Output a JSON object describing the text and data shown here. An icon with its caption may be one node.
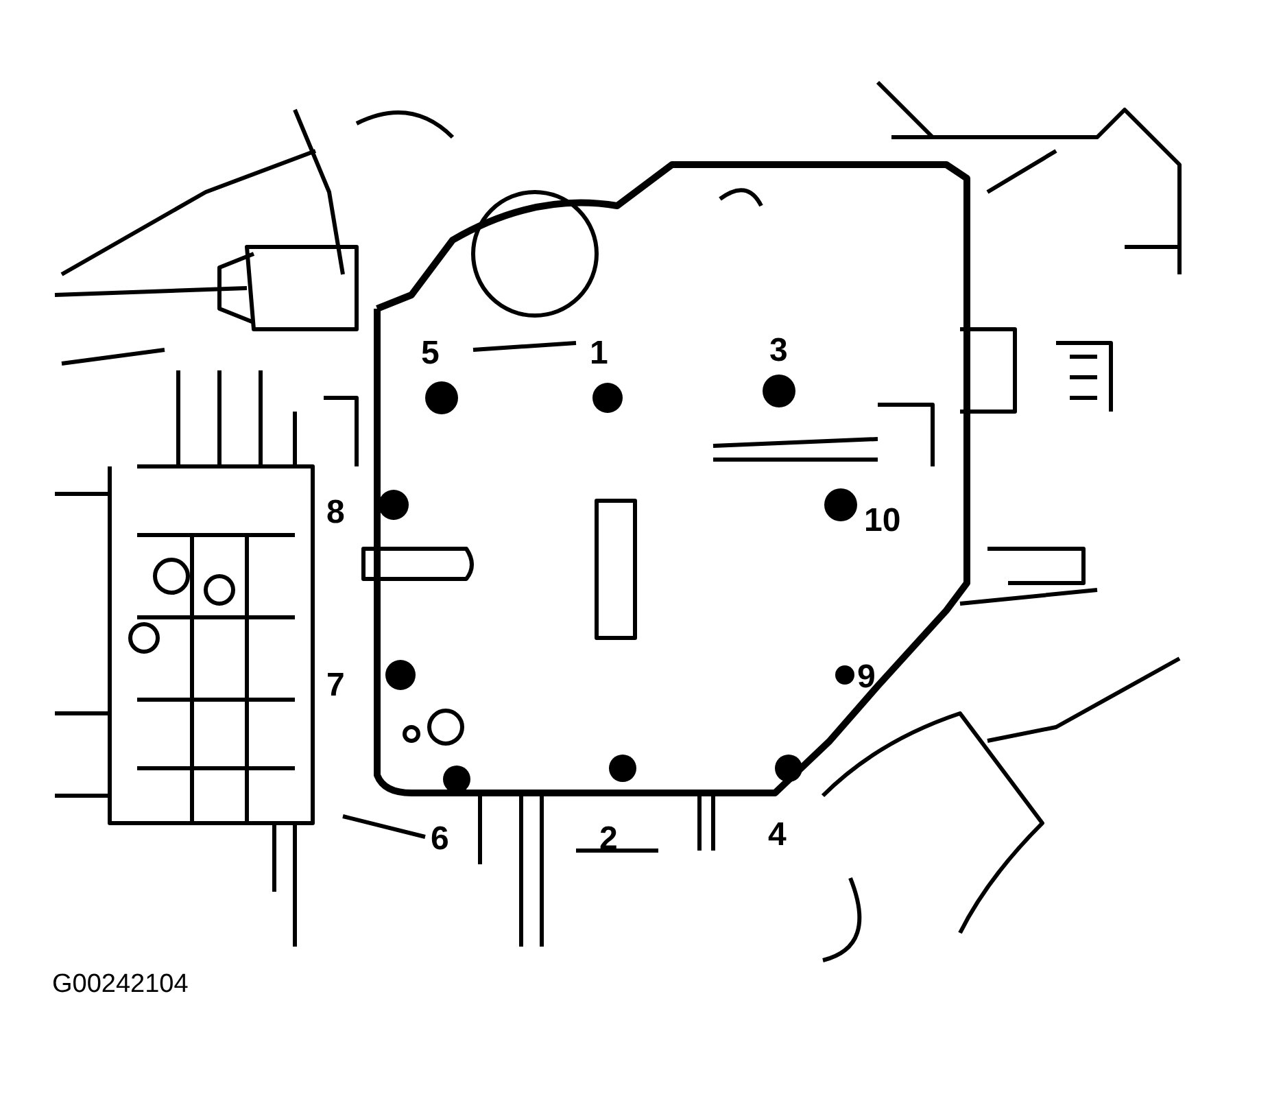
{
  "diagram": {
    "labels": [
      "5",
      "1",
      "3",
      "8",
      "10",
      "7",
      "9",
      "6",
      "2",
      "4",
      "G00242104"
    ]
  }
}
